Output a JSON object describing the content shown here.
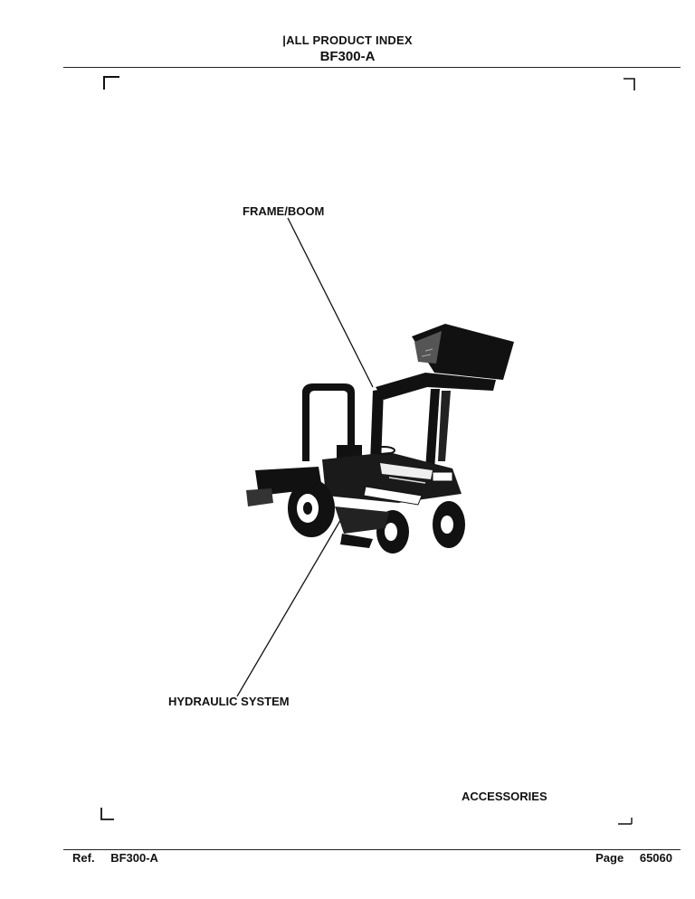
{
  "header": {
    "title": "|ALL PRODUCT INDEX",
    "model": "BF300-A"
  },
  "labels": {
    "frame_boom": "FRAME/BOOM",
    "hydraulic_system": "HYDRAULIC SYSTEM",
    "accessories": "ACCESSORIES"
  },
  "footer": {
    "ref_label": "Ref.",
    "ref_value": "BF300-A",
    "page_label": "Page",
    "page_value": "65060"
  },
  "illustration": {
    "subject": "tractor-with-front-loader"
  }
}
